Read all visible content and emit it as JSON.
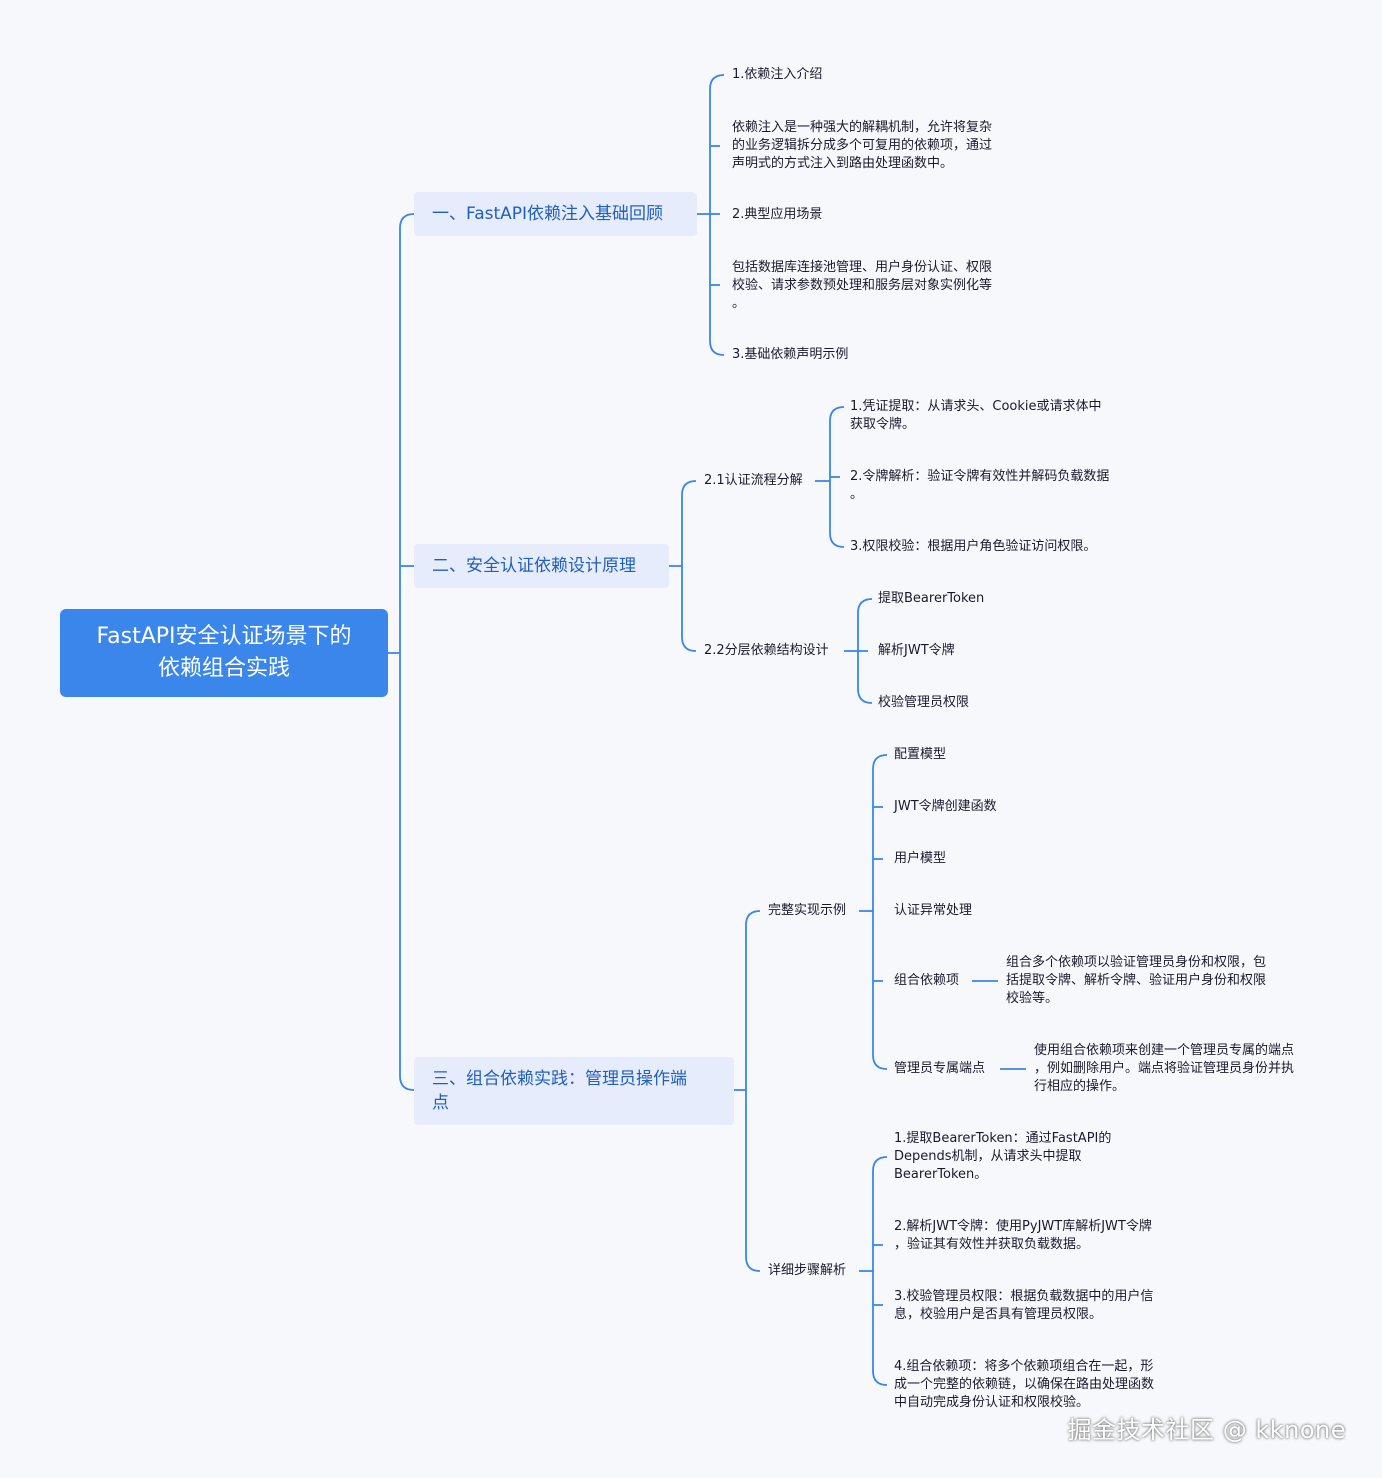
{
  "root": {
    "title": "FastAPI安全认证场景下的\n依赖组合实践"
  },
  "branch1": {
    "title": "一、FastAPI依赖注入基础回顾",
    "items": [
      "1.依赖注入介绍",
      "依赖注入是一种强大的解耦机制，允许将复杂\n的业务逻辑拆分成多个可复用的依赖项，通过\n声明式的方式注入到路由处理函数中。",
      "2.典型应用场景",
      "包括数据库连接池管理、用户身份认证、权限\n校验、请求参数预处理和服务层对象实例化等\n。",
      "3.基础依赖声明示例"
    ]
  },
  "branch2": {
    "title": "二、安全认证依赖设计原理",
    "sub1": {
      "label": "2.1认证流程分解",
      "items": [
        "1.凭证提取：从请求头、Cookie或请求体中\n获取令牌。",
        "2.令牌解析：验证令牌有效性并解码负载数据\n。",
        "3.权限校验：根据用户角色验证访问权限。"
      ]
    },
    "sub2": {
      "label": "2.2分层依赖结构设计",
      "items": [
        "提取BearerToken",
        "解析JWT令牌",
        "校验管理员权限"
      ]
    }
  },
  "branch3": {
    "title": "三、组合依赖实践：管理员操作端\n点",
    "sub1": {
      "label": "完整实现示例",
      "items": [
        "配置模型",
        "JWT令牌创建函数",
        "用户模型",
        "认证异常处理",
        "组合依赖项",
        "管理员专属端点"
      ],
      "combo_desc": "组合多个依赖项以验证管理员身份和权限，包\n括提取令牌、解析令牌、验证用户身份和权限\n校验等。",
      "admin_desc": "使用组合依赖项来创建一个管理员专属的端点\n，例如删除用户。端点将验证管理员身份并执\n行相应的操作。"
    },
    "sub2": {
      "label": "详细步骤解析",
      "items": [
        "1.提取BearerToken：通过FastAPI的\nDepends机制，从请求头中提取\nBearerToken。",
        "2.解析JWT令牌：使用PyJWT库解析JWT令牌\n，验证其有效性并获取负载数据。",
        "3.校验管理员权限：根据负载数据中的用户信\n息，校验用户是否具有管理员权限。",
        "4.组合依赖项：将多个依赖项组合在一起，形\n成一个完整的依赖链，以确保在路由处理函数\n中自动完成身份认证和权限校验。"
      ]
    }
  },
  "watermark": "掘金技术社区 @ kknone",
  "colors": {
    "line": "#3a86ea",
    "root_bg": "#3a86ea",
    "branch_bg": "#e6ecfb",
    "branch_text": "#1f5fbf"
  }
}
